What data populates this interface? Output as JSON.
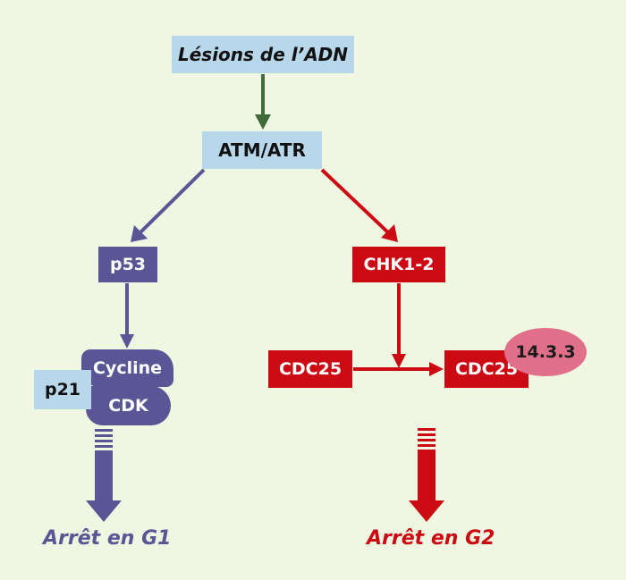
{
  "nodes": {
    "lesions": "Lésions de l’ADN",
    "atm_atr": "ATM/ATR",
    "p53": "p53",
    "chk": "CHK1-2",
    "cycline": "Cycline",
    "cdk": "CDK",
    "p21": "p21",
    "cdc25_left": "CDC25",
    "cdc25_right": "CDC25",
    "badge": "14.3.3"
  },
  "outcomes": {
    "g1": "Arrêt en G1",
    "g2": "Arrêt en G2"
  },
  "colors": {
    "background": "#eff7e2",
    "light_blue": "#b9d7ea",
    "purple": "#5a5595",
    "red": "#cc0a13",
    "green": "#3f6a3a",
    "pink": "#e0708a"
  }
}
